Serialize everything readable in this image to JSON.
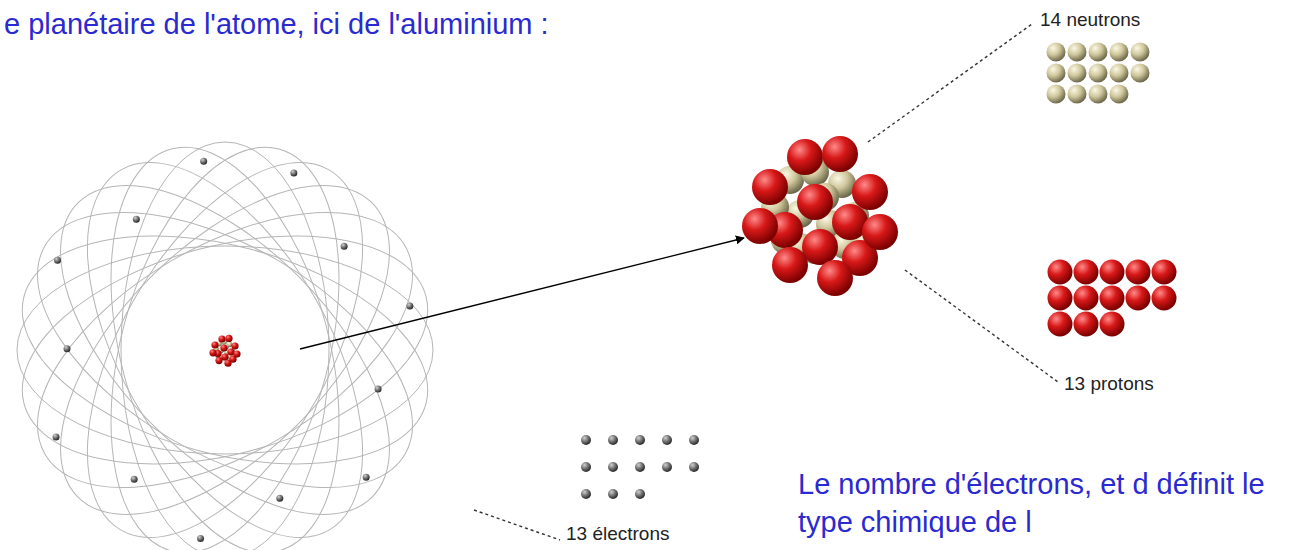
{
  "diagram": {
    "title": "e planétaire de l'atome, ici de l'aluminium :",
    "labels": [
      "14 neutrons",
      "13 protons",
      "13 électrons",
      "Le nombre d'électrons, et d définit le type chimique de l"
    ]
  }
}
